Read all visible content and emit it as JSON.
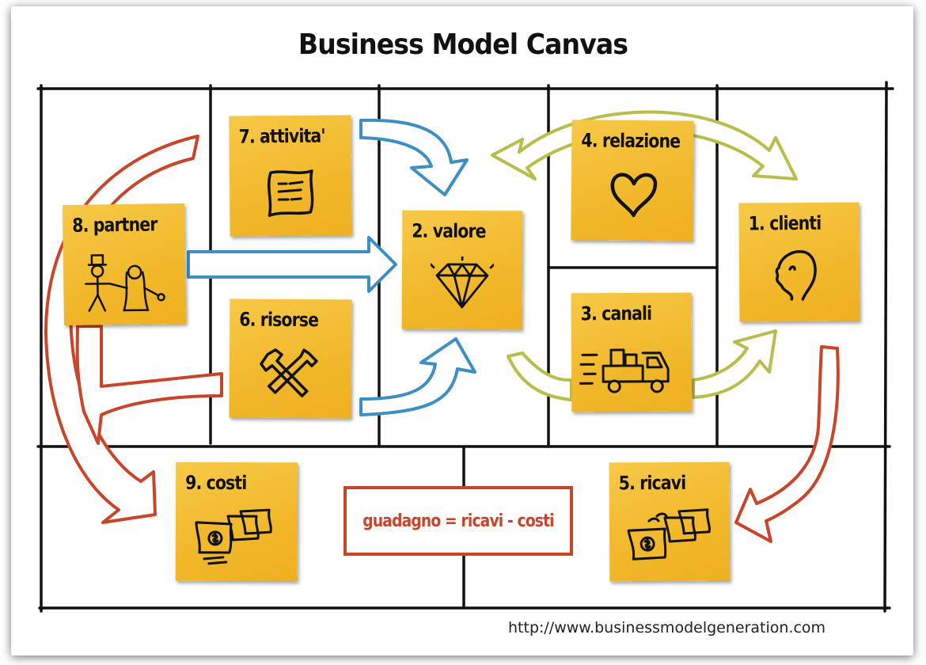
{
  "title": "Business Model Canvas",
  "notes": {
    "attivita": "7. attivita'",
    "relazione": "4. relazione",
    "partner": "8. partner",
    "valore": "2. valore",
    "clienti": "1. clienti",
    "risorse": "6. risorse",
    "canali": "3. canali",
    "costi": "9. costi",
    "ricavi": "5. ricavi"
  },
  "formula": "guadagno = ricavi - costi",
  "url": "http://www.businessmodelgeneration.com",
  "colors": {
    "note": "#f2b92c",
    "blue_arrow": "#3b8fc4",
    "green_arrow": "#b7bf4a",
    "red_arrow": "#c9452a"
  }
}
